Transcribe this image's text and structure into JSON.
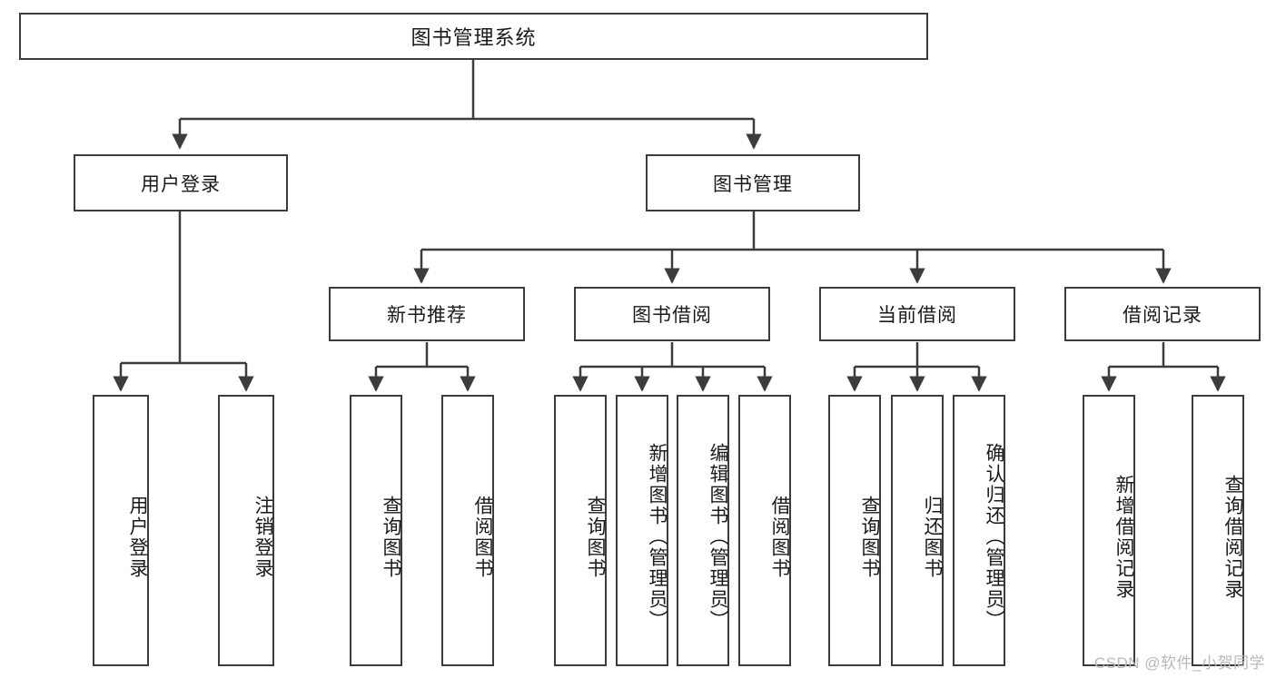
{
  "diagram": {
    "type": "hierarchy-tree",
    "root": {
      "id": "root",
      "label": "图书管理系统"
    },
    "level2": [
      {
        "id": "user-login",
        "label": "用户登录"
      },
      {
        "id": "book-manage",
        "label": "图书管理"
      }
    ],
    "level3": [
      {
        "id": "new-book-rec",
        "label": "新书推荐",
        "parent": "book-manage"
      },
      {
        "id": "book-borrow",
        "label": "图书借阅",
        "parent": "book-manage"
      },
      {
        "id": "current-borrow",
        "label": "当前借阅",
        "parent": "book-manage"
      },
      {
        "id": "borrow-record",
        "label": "借阅记录",
        "parent": "book-manage"
      }
    ],
    "leaves": {
      "user-login": [
        {
          "id": "leaf-user-login",
          "label": "用户登录"
        },
        {
          "id": "leaf-user-logout",
          "label": "注销登录"
        }
      ],
      "new-book-rec": [
        {
          "id": "leaf-query-book-1",
          "label": "查询图书"
        },
        {
          "id": "leaf-borrow-book-1",
          "label": "借阅图书"
        }
      ],
      "book-borrow": [
        {
          "id": "leaf-query-book-2",
          "label": "查询图书"
        },
        {
          "id": "leaf-add-book",
          "label": "新增图书（管理员）"
        },
        {
          "id": "leaf-edit-book",
          "label": "编辑图书（管理员）"
        },
        {
          "id": "leaf-borrow-book-2",
          "label": "借阅图书"
        }
      ],
      "current-borrow": [
        {
          "id": "leaf-query-book-3",
          "label": "查询图书"
        },
        {
          "id": "leaf-return-book",
          "label": "归还图书"
        },
        {
          "id": "leaf-confirm-return",
          "label": "确认归还（管理员）"
        }
      ],
      "borrow-record": [
        {
          "id": "leaf-add-record",
          "label": "新增借阅记录"
        },
        {
          "id": "leaf-query-record",
          "label": "查询借阅记录"
        }
      ]
    },
    "colors": {
      "border": "#3c3c3c",
      "text": "#1a1a1a",
      "background": "#ffffff",
      "watermark": "#b9b9b9"
    }
  },
  "watermark": {
    "text": "CSDN @软件_小贺同学"
  }
}
